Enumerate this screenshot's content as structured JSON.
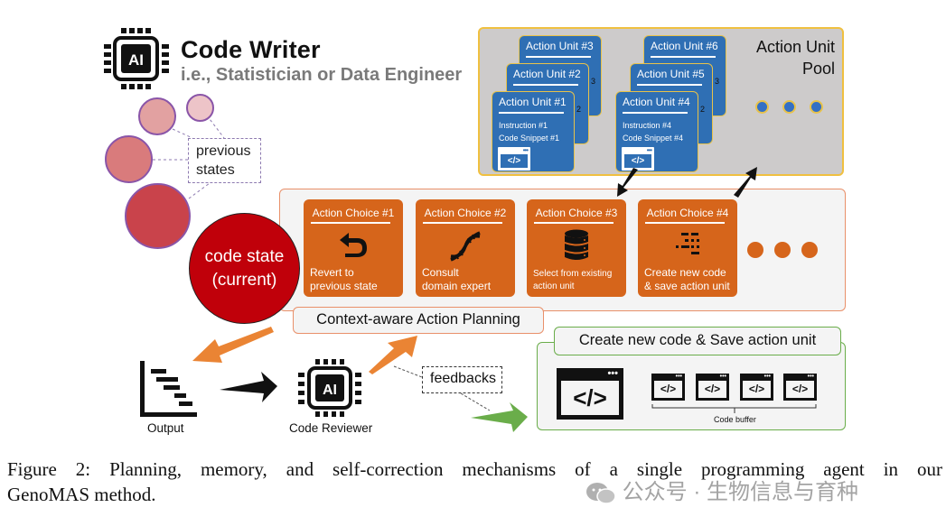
{
  "header": {
    "title": "Code Writer",
    "subtitle": "i.e., Statistician or Data Engineer",
    "icon_text": "AI"
  },
  "pool": {
    "title_line1": "Action Unit",
    "title_line2": "Pool",
    "stacks": [
      {
        "units": [
          {
            "label": "Action Unit #3",
            "suffix": ""
          },
          {
            "label": "Action Unit #2",
            "suffix": "3"
          },
          {
            "label": "Action Unit #1",
            "suffix": "2",
            "instruction": "Instruction #1",
            "snippet": "Code Snippet #1"
          }
        ]
      },
      {
        "units": [
          {
            "label": "Action Unit #6",
            "suffix": ""
          },
          {
            "label": "Action Unit #5",
            "suffix": "3"
          },
          {
            "label": "Action Unit #4",
            "suffix": "2",
            "instruction": "Instruction #4",
            "snippet": "Code Snippet #4"
          }
        ]
      }
    ],
    "code_glyph": "</>",
    "code_dots": "•••",
    "colors": {
      "unit": "#2f6fb4",
      "border": "#e8c24a",
      "background": "#cdcbcb"
    }
  },
  "states": {
    "previous_label_line1": "previous",
    "previous_label_line2": "states",
    "current_line1": "code state",
    "current_line2": "(current)",
    "colors": {
      "current": "#c0000a",
      "previous": [
        "#edc4c8",
        "#e2a1a1",
        "#d97b7c",
        "#c9434b"
      ]
    }
  },
  "planning": {
    "label": "Context-aware Action Planning",
    "choices": [
      {
        "title": "Action Choice #1",
        "icon": "revert-arrow-icon",
        "desc_line1": "Revert to",
        "desc_line2": "previous state"
      },
      {
        "title": "Action Choice #2",
        "icon": "dna-icon",
        "desc_line1": "Consult",
        "desc_line2": "domain expert"
      },
      {
        "title": "Action Choice #3",
        "icon": "database-icon",
        "desc_line1": "Select from existing",
        "desc_line2": "action unit"
      },
      {
        "title": "Action Choice #4",
        "icon": "code-lines-icon",
        "desc_line1": "Create new code",
        "desc_line2": "& save action unit"
      }
    ],
    "colors": {
      "choice": "#d6651b",
      "border": "#e9906a"
    }
  },
  "flow": {
    "output_label": "Output",
    "reviewer_label": "Code Reviewer",
    "reviewer_icon_text": "AI",
    "feedbacks_label": "feedbacks"
  },
  "create": {
    "label": "Create new code & Save action unit",
    "buffer_label": "Code buffer",
    "code_glyph": "</>",
    "code_dots": "•••",
    "color": "#6aad4a"
  },
  "caption": {
    "line1": "Figure 2: Planning, memory, and self-correction mechanisms of a single programming agent in our",
    "line2": "GenoMAS method."
  },
  "watermark": {
    "text": "公众号 · 生物信息与育种"
  }
}
